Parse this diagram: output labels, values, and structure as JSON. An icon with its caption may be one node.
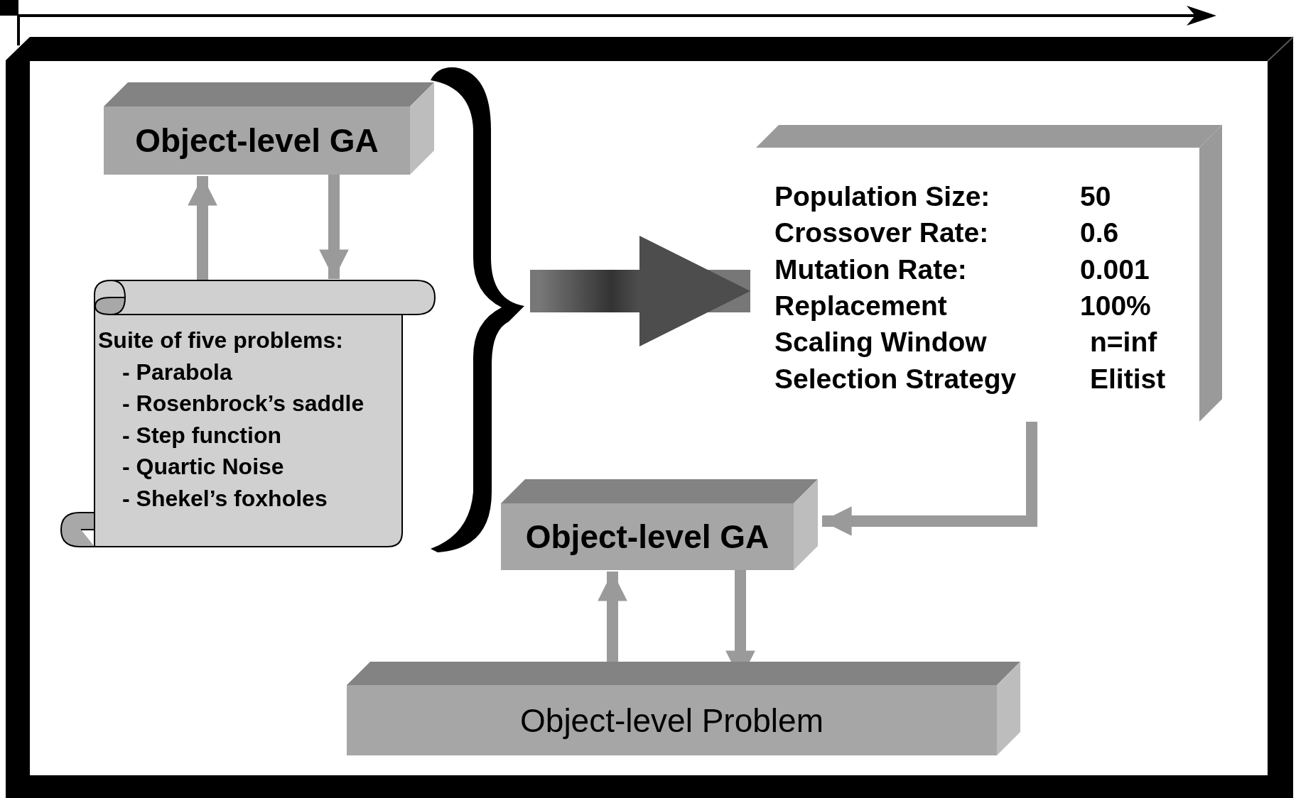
{
  "diagram": {
    "nodes": [
      {
        "text": [
          "Object-level GA"
        ]
      },
      {
        "text": [
          "Suite of five problems:",
          "- Parabola",
          "- Rosenbrock’s saddle",
          "- Step function",
          "- Quartic Noise",
          "- Shekel’s foxholes"
        ]
      },
      {
        "text": [],
        "shape": "brace"
      },
      {
        "text": [
          "Population Size:",
          "50",
          "Crossover Rate:",
          "0.6",
          "Mutation Rate:",
          "0.001",
          "Replacement",
          "100%",
          "Scaling Window",
          "n=inf",
          "Selection Strategy",
          "Elitist"
        ]
      },
      {
        "text": [
          "Object-level GA"
        ]
      },
      {
        "text": [
          "Object-level Problem"
        ]
      }
    ],
    "edges": [
      {
        "from": 1,
        "to": 0,
        "arrow": "to"
      },
      {
        "from": 0,
        "to": 1,
        "arrow": "to"
      },
      {
        "from": 2,
        "to": 3,
        "arrow": "to",
        "style": "thick",
        "color": "#4d4d4d"
      },
      {
        "from": 3,
        "to": 4,
        "arrow": "to"
      },
      {
        "from": 5,
        "to": 4,
        "arrow": "to"
      },
      {
        "from": 4,
        "to": 5,
        "arrow": "to"
      }
    ]
  }
}
